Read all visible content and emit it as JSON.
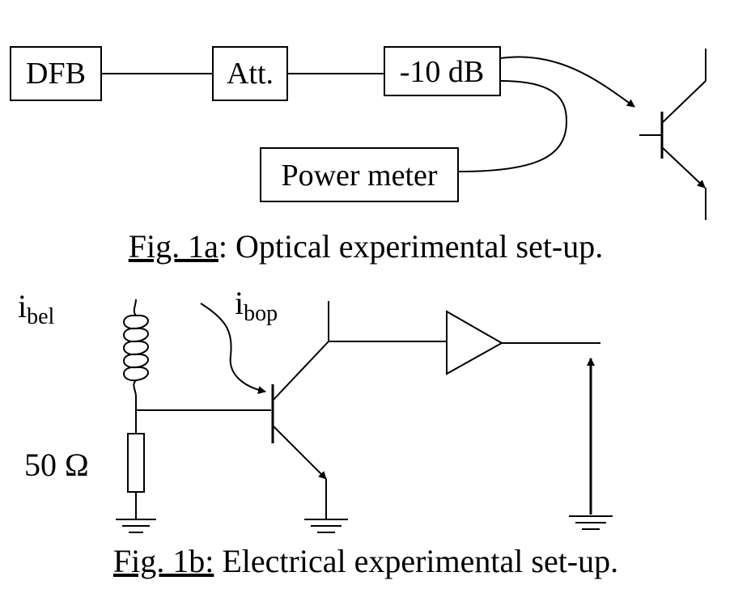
{
  "fig1a": {
    "boxes": {
      "dfb": "DFB",
      "att": "Att.",
      "coupler": "-10 dB",
      "power_meter": "Power meter"
    },
    "caption_label": "Fig. 1a",
    "caption_text": ": Optical experimental set-up."
  },
  "fig1b": {
    "i_bel_main": "i",
    "i_bel_sub": "bel",
    "i_bop_main": "i",
    "i_bop_sub": "bop",
    "resistor_label": "50 Ω",
    "caption_label": "Fig. 1b:",
    "caption_text": " Electrical experimental set-up."
  }
}
